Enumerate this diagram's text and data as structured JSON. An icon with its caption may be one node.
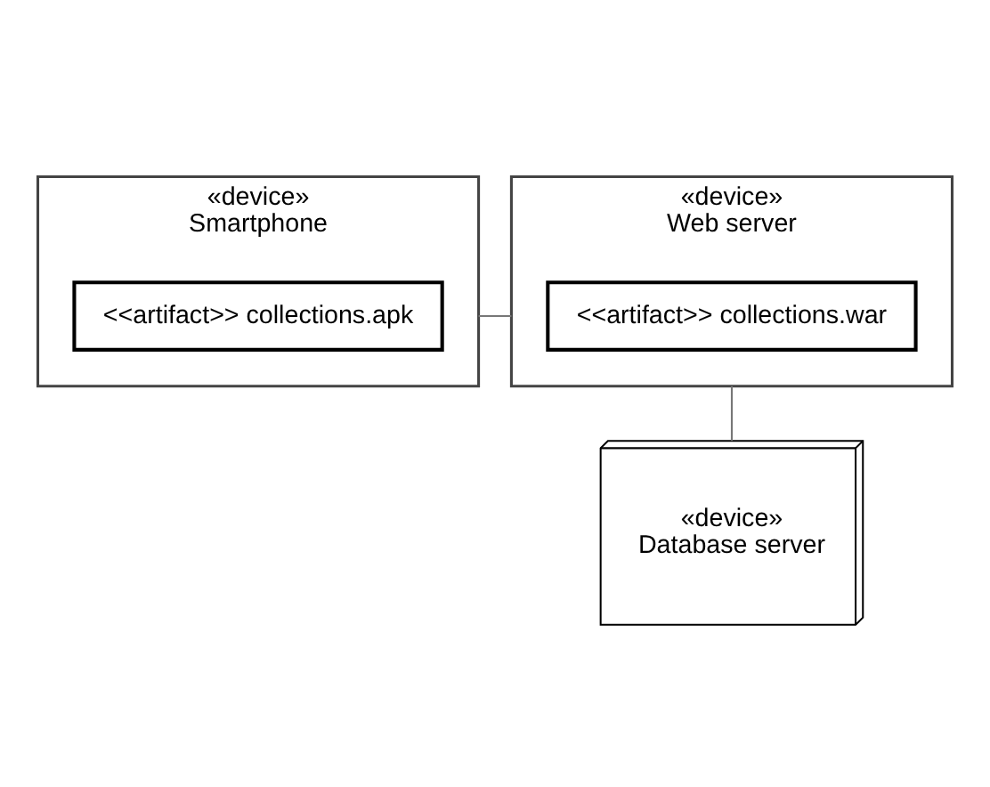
{
  "diagram": {
    "nodes": [
      {
        "text": [
          "«device»",
          "Smartphone"
        ]
      },
      {
        "text": [
          "<<artifact>> collections.apk"
        ],
        "in": 0
      },
      {
        "text": [
          "«device»",
          "Web server"
        ]
      },
      {
        "text": [
          "<<artifact>> collections.war"
        ],
        "in": 2
      },
      {
        "text": [
          "«device»",
          "Database server"
        ]
      }
    ],
    "edges": [
      {
        "from": 0,
        "to": 2,
        "arrow": "none"
      },
      {
        "from": 2,
        "to": 4,
        "arrow": "none"
      }
    ]
  }
}
